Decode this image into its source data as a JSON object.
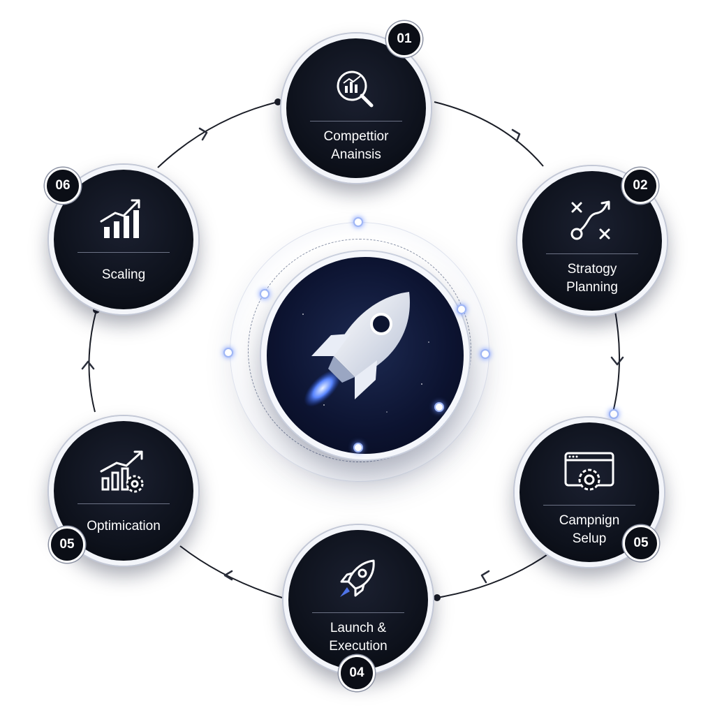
{
  "center": {
    "icon": "rocket-icon"
  },
  "steps": [
    {
      "id": "competition-analysis",
      "number": "01",
      "label": "Compettior\nAnainsis",
      "icon": "magnifier-chart-icon"
    },
    {
      "id": "strategy-planning",
      "number": "02",
      "label": "Stratogy\nPlanning",
      "icon": "strategy-play-icon"
    },
    {
      "id": "campaign-setup",
      "number": "05",
      "label": "Campnign\nSelup",
      "icon": "browser-gear-icon"
    },
    {
      "id": "launch-execution",
      "number": "04",
      "label": "Launch &\nExecution",
      "icon": "rocket-icon"
    },
    {
      "id": "optimization",
      "number": "05",
      "label": "Optimication",
      "icon": "chart-gear-icon"
    },
    {
      "id": "scaling",
      "number": "06",
      "label": "Scaling",
      "icon": "growth-chart-icon"
    }
  ],
  "colors": {
    "node_fill": "#0d111b",
    "node_border": "#f3f5fa",
    "accent_glow": "#6f92ff",
    "connector": "#1a1d26",
    "text": "#ffffff"
  }
}
